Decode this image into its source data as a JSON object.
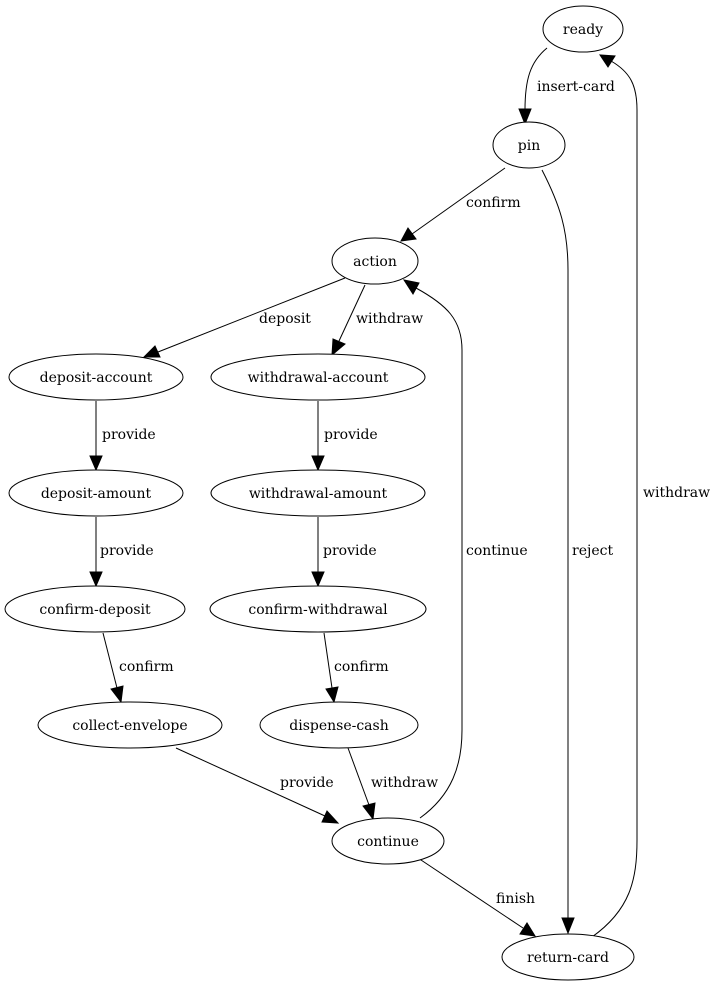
{
  "colors": {
    "background": "#ffffff",
    "stroke": "#000000",
    "text": "#000000"
  },
  "nodes": {
    "ready": "ready",
    "pin": "pin",
    "action": "action",
    "deposit_account": "deposit-account",
    "withdrawal_account": "withdrawal-account",
    "deposit_amount": "deposit-amount",
    "withdrawal_amount": "withdrawal-amount",
    "confirm_deposit": "confirm-deposit",
    "confirm_withdrawal": "confirm-withdrawal",
    "collect_envelope": "collect-envelope",
    "dispense_cash": "dispense-cash",
    "continue": "continue",
    "return_card": "return-card"
  },
  "edges": {
    "ready_pin": "insert-card",
    "pin_action": "confirm",
    "pin_return": "reject",
    "action_deposit": "deposit",
    "action_withdraw": "withdraw",
    "dep_acct_amt": "provide",
    "wd_acct_amt": "provide",
    "dep_amt_confirm": "provide",
    "wd_amt_confirm": "provide",
    "confirm_dep_collect": "confirm",
    "confirm_wd_dispense": "confirm",
    "collect_continue": "provide",
    "dispense_continue": "withdraw",
    "continue_action": "continue",
    "continue_return": "finish",
    "return_ready": "withdraw"
  }
}
